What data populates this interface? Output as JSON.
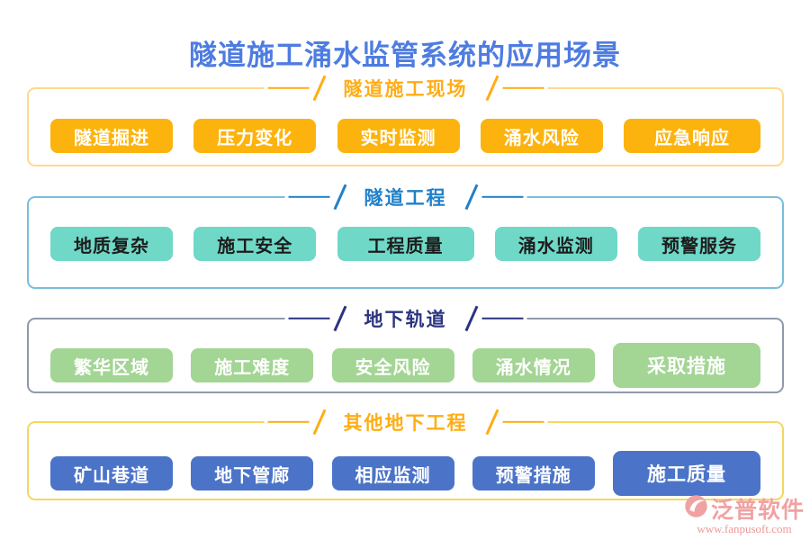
{
  "title": "隧道施工涌水监管系统的应用场景",
  "title_color": "#4E7CE0",
  "sections": [
    {
      "header": "隧道施工现场",
      "header_color": "#FFAD14",
      "border_color": "#FFD98E",
      "button_bg": "#FDB30D",
      "button_text": "#FFFFFF",
      "items": [
        "隧道掘进",
        "压力变化",
        "实时监测",
        "涌水风险",
        "应急响应"
      ]
    },
    {
      "header": "隧道工程",
      "header_color": "#2080C8",
      "border_color": "#79BEDC",
      "button_bg": "#6FD8C7",
      "button_text": "#1C1C1C",
      "items": [
        "地质复杂",
        "施工安全",
        "工程质量",
        "涌水监测",
        "预警服务"
      ]
    },
    {
      "header": "地下轨道",
      "header_color": "#2B3480",
      "border_color": "#9099AB",
      "button_bg": "#A3D594",
      "button_text": "#FFFFFF",
      "items": [
        "繁华区域",
        "施工难度",
        "安全风险",
        "涌水情况",
        "采取措施"
      ]
    },
    {
      "header": "其他地下工程",
      "header_color": "#FFAD14",
      "border_color": "#F5D75F",
      "button_bg": "#4B74C9",
      "button_text": "#FFFFFF",
      "items": [
        "矿山巷道",
        "地下管廊",
        "相应监测",
        "预警措施",
        "施工质量"
      ]
    }
  ],
  "watermark": {
    "brand": "泛普软件",
    "url": "www.fanpusoft.com",
    "color": "#F0A2A2"
  }
}
